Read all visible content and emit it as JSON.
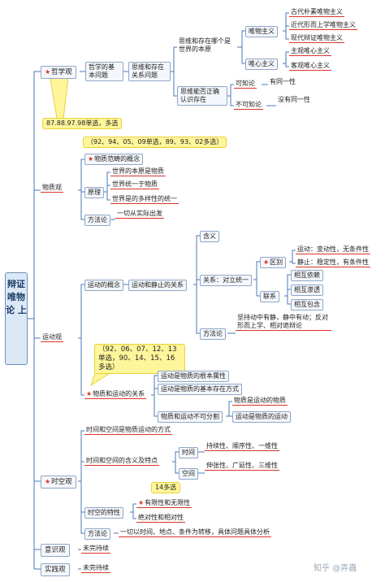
{
  "root": "辩证唯物论 上",
  "watermark": "知乎 @弄蟲",
  "philosophy": {
    "label": "哲学观",
    "basic_question": "哲学的基本问题",
    "relation": "思维和存在关系问题",
    "which_origin": "思维和存在哪个是世界的本原",
    "materialism": "唯物主义",
    "mat_items": [
      "古代朴素唯物主义",
      "近代形而上学唯物主义",
      "现代辩证唯物主义"
    ],
    "idealism": "唯心主义",
    "ideal_items": [
      "主观唯心主义",
      "客观唯心主义"
    ],
    "cognize": "思维能否正确认识存在",
    "knowable": "可知论",
    "knowable_note": "有同一性",
    "unknowable": "不可知论",
    "unknowable_note": "没有同一性",
    "exam_years": "87.88.97.98单选，多选"
  },
  "matter": {
    "label": "物质观",
    "exam_years": "（92、94、05、09单选，89、93、02多选）",
    "concept": "物质范畴的概念",
    "principle": "原理",
    "principle_items": [
      "世界的本原是物质",
      "世界统一于物质",
      "世界是的多样性的统一"
    ],
    "method": "方法论",
    "method_note": "一切从实际出发"
  },
  "motion": {
    "label": "运动观",
    "concept": "运动的概念",
    "motion_rest": "运动和静止的关系",
    "meaning": "含义",
    "relation_unity": "关系：对立统一",
    "difference": "区别",
    "diff_items": [
      "运动：变动性，无条件性",
      "静止：稳定性，有条件性"
    ],
    "connection": "联系",
    "conn_items": [
      "相互依赖",
      "相互渗透",
      "相互包含"
    ],
    "method": "方法论",
    "method_note": "坚持动中有静，静中有动；反对形而上学、相对诡辩论",
    "exam_years": "（92、06、07、12、13单选，90、14、15、16多选）",
    "matter_motion": "物质和运动的关系",
    "mm_items": [
      "运动是物质的根本属性",
      "运动是物质的基本存在方式",
      "物质和运动不可分割"
    ],
    "inseparable_items": [
      "物质是运动的物质",
      "运动是物质的运动"
    ]
  },
  "spacetime": {
    "label": "时空观",
    "item1": "时间和空间是物质运动的方式",
    "item2": "时间和空间的含义及特点",
    "time": "时间",
    "time_note": "持续性、顺序性、一维性",
    "space": "空间",
    "space_note": "伸张性、广延性、三维性",
    "traits": "时空的特性",
    "exam_years": "14多选",
    "trait_items": [
      "有限性和无限性",
      "绝对性和相对性"
    ],
    "method": "方法论",
    "method_note": "一切以时间、地点、条件为转移，具体问题具体分析"
  },
  "consciousness": {
    "label": "意识观",
    "note": "未完待续"
  },
  "practice": {
    "label": "实践观",
    "note": "未完待续"
  }
}
